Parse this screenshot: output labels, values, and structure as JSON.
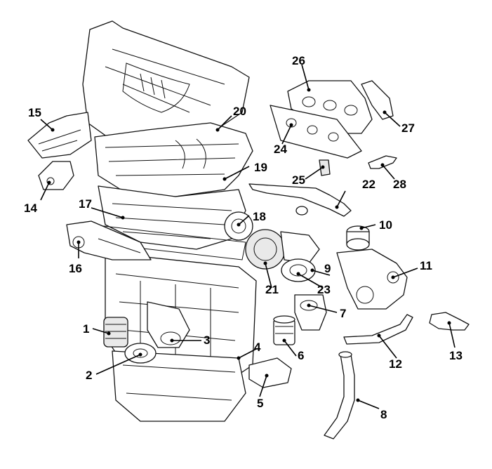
{
  "diagram": {
    "type": "exploded-parts-diagram",
    "callouts": [
      "1",
      "2",
      "3",
      "4",
      "5",
      "6",
      "7",
      "8",
      "9",
      "10",
      "11",
      "12",
      "13",
      "14",
      "15",
      "16",
      "17",
      "18",
      "19",
      "20",
      "21",
      "22",
      "23",
      "24",
      "25",
      "26",
      "27",
      "28"
    ]
  }
}
